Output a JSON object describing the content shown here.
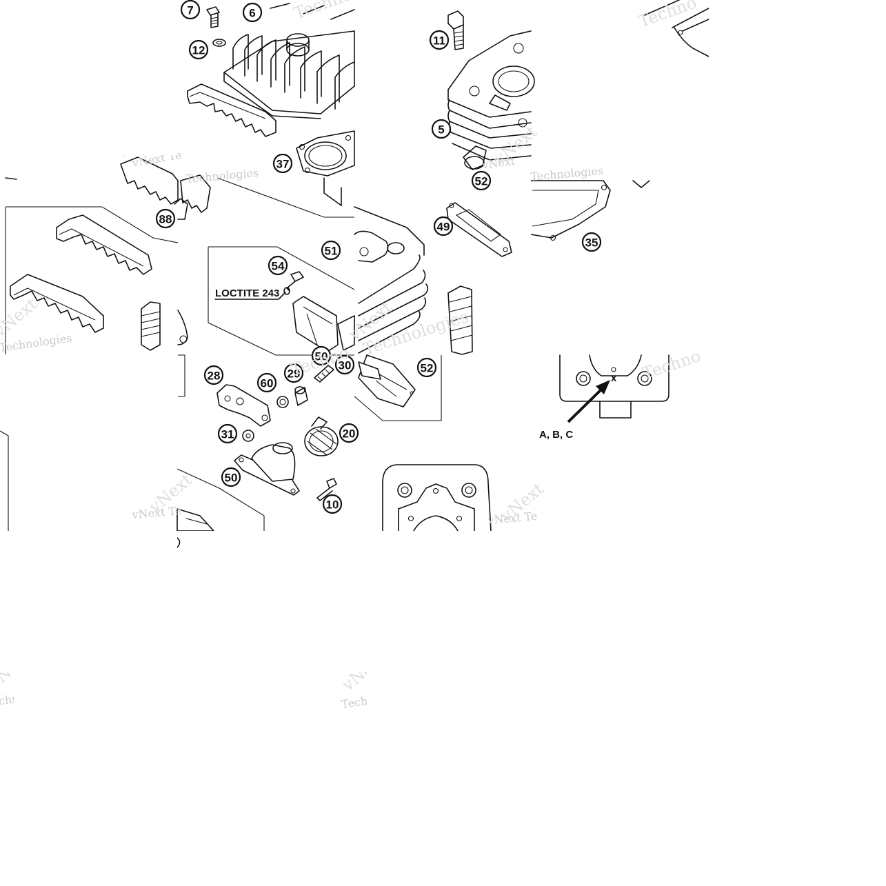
{
  "callouts": {
    "c7": "7",
    "c6": "6",
    "c12": "12",
    "c11": "11",
    "c5": "5",
    "c37": "37",
    "c52a": "52",
    "c49": "49",
    "c35": "35",
    "c88": "88",
    "c51": "51",
    "c54": "54",
    "c50a": "50",
    "c28": "28",
    "c60": "60",
    "c29": "29",
    "c30": "30",
    "c52b": "52",
    "c31": "31",
    "c20": "20",
    "c50b": "50",
    "c10": "10"
  },
  "notes": {
    "loctite": "LOCTITE 243",
    "abc": "A, B, C",
    "x_mark": "x"
  },
  "watermark": {
    "vnext": "vNext",
    "vnext_te": "vNext Te",
    "technologies": "Technologies",
    "techno": "Techno"
  }
}
